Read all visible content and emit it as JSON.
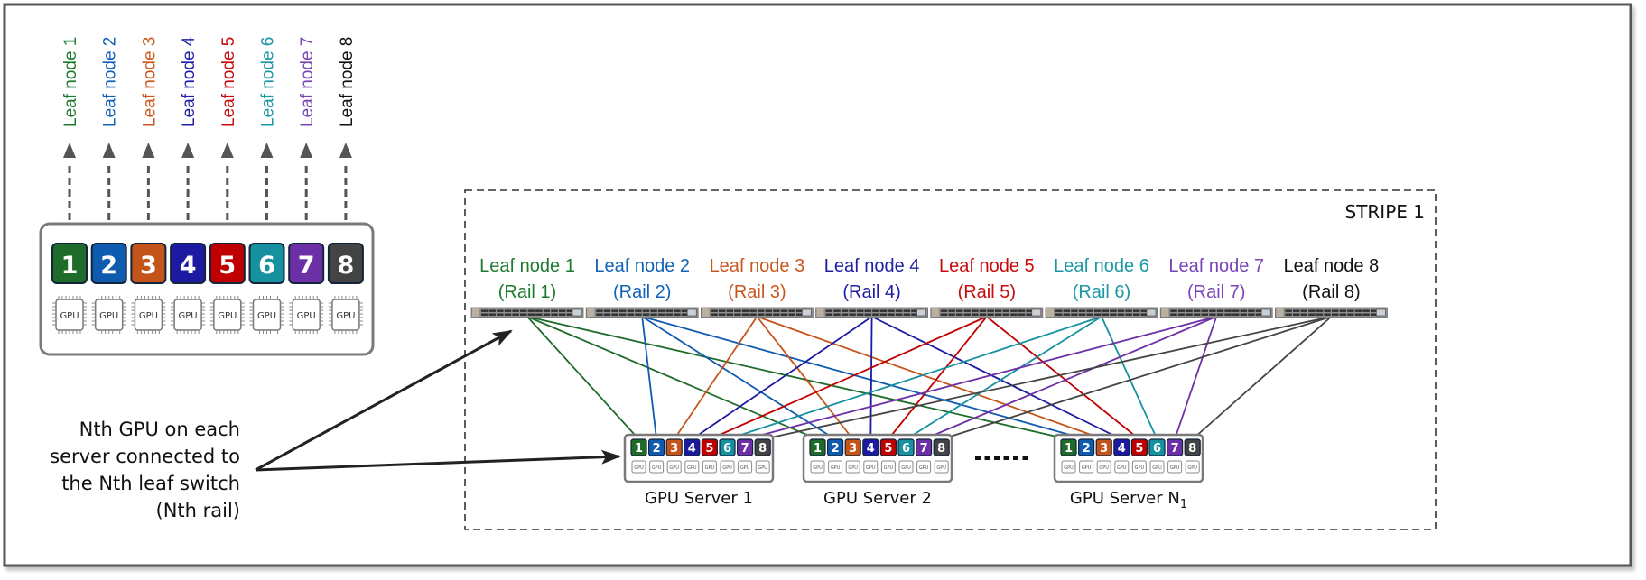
{
  "rails": [
    {
      "index": "1",
      "leaf_label": "Leaf node 1",
      "rail_label": "(Rail 1)",
      "color": "#1e6b2a",
      "text_color": "#1e7a2e"
    },
    {
      "index": "2",
      "leaf_label": "Leaf node 2",
      "rail_label": "(Rail 2)",
      "color": "#0f5bb0",
      "text_color": "#1262b8"
    },
    {
      "index": "3",
      "leaf_label": "Leaf node 3",
      "rail_label": "(Rail 3)",
      "color": "#c4541a",
      "text_color": "#c9581e"
    },
    {
      "index": "4",
      "leaf_label": "Leaf node 4",
      "rail_label": "(Rail 4)",
      "color": "#1c1aa0",
      "text_color": "#1f1fa6"
    },
    {
      "index": "5",
      "leaf_label": "Leaf node 5",
      "rail_label": "(Rail 5)",
      "color": "#c00000",
      "text_color": "#c80a0a"
    },
    {
      "index": "6",
      "leaf_label": "Leaf node 6",
      "rail_label": "(Rail 6)",
      "color": "#1591a0",
      "text_color": "#1b97a6"
    },
    {
      "index": "7",
      "leaf_label": "Leaf node 7",
      "rail_label": "(Rail 7)",
      "color": "#6d2fa6",
      "text_color": "#7a45b8"
    },
    {
      "index": "8",
      "leaf_label": "Leaf node 8",
      "rail_label": "(Rail 8)",
      "color": "#444444",
      "text_color": "#111111"
    }
  ],
  "legend_server": {
    "gpu_label": "GPU"
  },
  "stripe": {
    "title": "STRIPE 1"
  },
  "servers": [
    {
      "label": "GPU Server 1"
    },
    {
      "label": "GPU Server 2"
    },
    {
      "label": "GPU Server N",
      "subscript": "1"
    }
  ],
  "ellipsis": "......",
  "annotation": {
    "lines": [
      "Nth GPU on each",
      "server connected to",
      "the Nth leaf switch",
      "(Nth rail)"
    ]
  },
  "colors": {
    "frame": "#555555",
    "dashed": "#333333",
    "arrow": "#222222",
    "legend_arrow": "#555555",
    "switch_body": "#8a8a8a"
  }
}
